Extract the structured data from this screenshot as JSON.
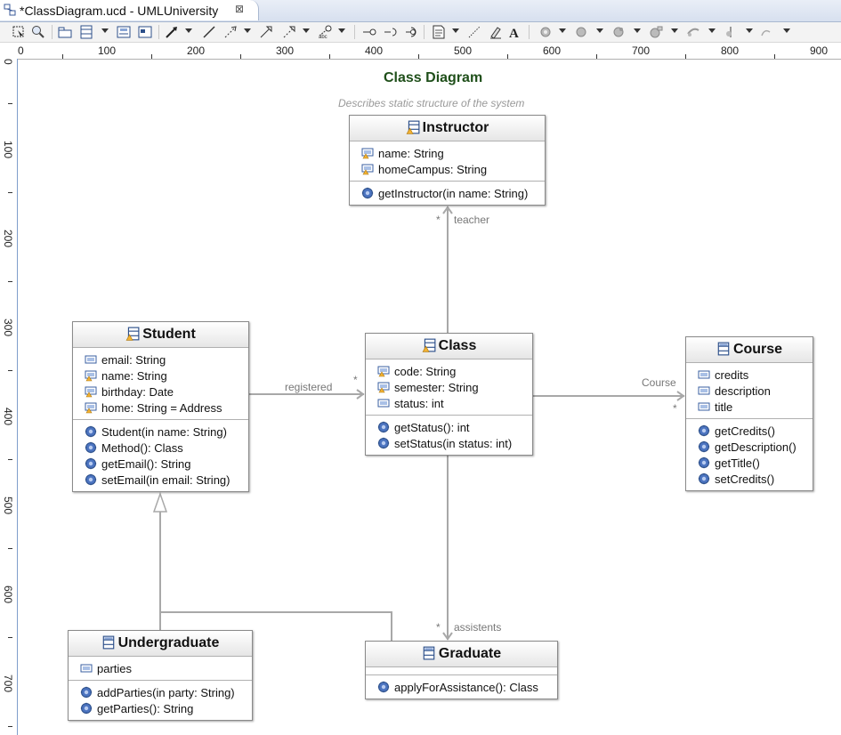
{
  "tab": {
    "title": "*ClassDiagram.ucd - UMLUniversity",
    "close_glyph": "⊠"
  },
  "toolbar": {
    "tools": [
      "select-tool",
      "zoom-tool",
      "package-tool",
      "class-tool",
      "interface-tool",
      "enumeration-tool",
      "association-tool",
      "line-tool",
      "dependency-tool",
      "generalization-tool",
      "realization-tool",
      "containment-tool",
      "provided-interface-tool",
      "required-interface-tool",
      "port-tool",
      "note-tool",
      "note-link-tool",
      "constraint-tool",
      "text-tool"
    ]
  },
  "ruler": {
    "h_labels": [
      "0",
      "100",
      "200",
      "300",
      "400",
      "500",
      "600",
      "700",
      "800",
      "900"
    ],
    "v_labels": [
      "0",
      "100",
      "200",
      "300",
      "400",
      "500",
      "600",
      "700"
    ]
  },
  "diagram": {
    "title": "Class Diagram",
    "subtitle": "Describes static structure of the system",
    "colors": {
      "title": "#1f4f1a",
      "connector": "#a8a8a8",
      "operation": "#3b5fa8"
    },
    "classes": {
      "instructor": {
        "name": "Instructor",
        "attributes": [
          "name: String",
          "homeCampus: String"
        ],
        "operations": [
          "getInstructor(in name: String)"
        ]
      },
      "student": {
        "name": "Student",
        "attributes": [
          "email: String",
          "name: String",
          "birthday: Date",
          "home: String = Address"
        ],
        "operations": [
          "Student(in name: String)",
          "Method(): Class",
          "getEmail(): String",
          "setEmail(in email: String)"
        ]
      },
      "class": {
        "name": "Class",
        "attributes": [
          "code: String",
          "semester: String",
          "status: int"
        ],
        "operations": [
          "getStatus(): int",
          "setStatus(in status: int)"
        ]
      },
      "course": {
        "name": "Course",
        "attributes": [
          "credits",
          "description",
          "title"
        ],
        "operations": [
          "getCredits()",
          "getDescription()",
          "getTitle()",
          "setCredits()"
        ]
      },
      "undergraduate": {
        "name": "Undergraduate",
        "attributes": [
          "parties"
        ],
        "operations": [
          "addParties(in party: String)",
          "getParties(): String"
        ]
      },
      "graduate": {
        "name": "Graduate",
        "attributes": [],
        "operations": [
          "applyForAssistance(): Class"
        ]
      }
    },
    "connectors": {
      "teacher": {
        "label": "teacher",
        "multiplicity": "*"
      },
      "registered": {
        "label": "registered",
        "multiplicity": "*"
      },
      "course": {
        "label": "Course",
        "multiplicity": "*"
      },
      "assistents": {
        "label": "assistents",
        "multiplicity": "*"
      }
    }
  }
}
